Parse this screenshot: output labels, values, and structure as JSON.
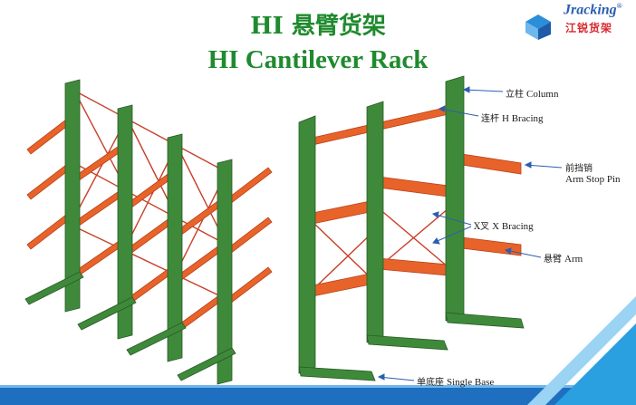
{
  "title": {
    "cn": "HI 悬臂货架",
    "en": "HI Cantilever Rack"
  },
  "logo": {
    "en": "Jracking",
    "reg": "®",
    "cn": "江锐货架"
  },
  "labels": {
    "column": {
      "cn": "立柱",
      "en": "Column"
    },
    "h_bracing": {
      "cn": "连杆",
      "en": "H Bracing"
    },
    "arm_stop_pin": {
      "cn": "前挡销",
      "en": "Arm Stop Pin"
    },
    "x_bracing": {
      "cn": "X叉",
      "en": "X Bracing"
    },
    "arm": {
      "cn": "悬臂",
      "en": "Arm"
    },
    "single_base": {
      "cn": "单底座",
      "en": "Single Base"
    }
  },
  "colors": {
    "title": "#1f8a2e",
    "column": "#3e8a3a",
    "arm": "#e8632a",
    "bracing": "#c8402a",
    "accent_blue": "#2a8fd8"
  }
}
